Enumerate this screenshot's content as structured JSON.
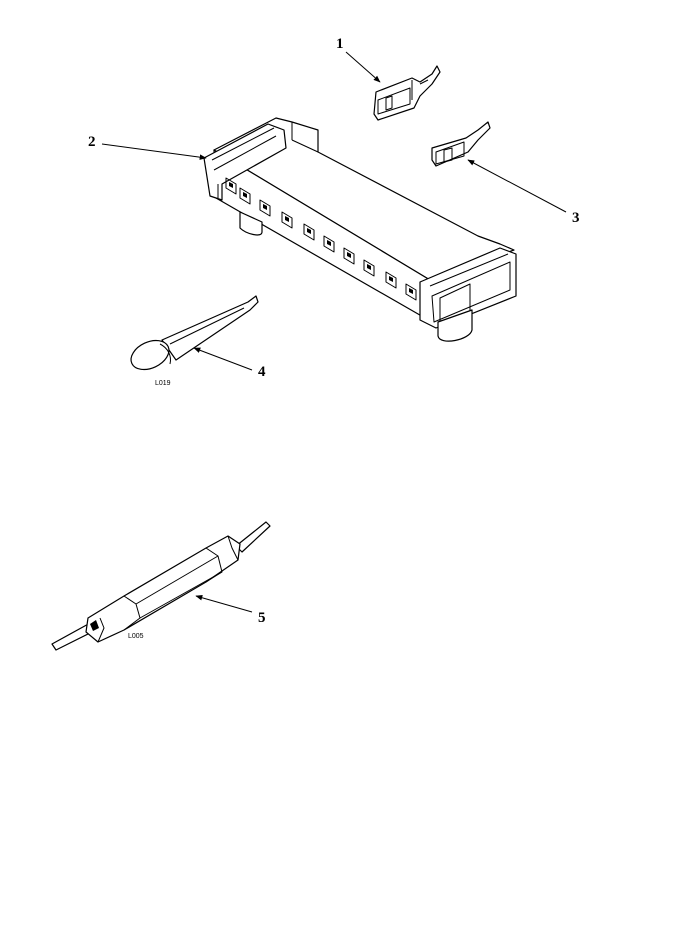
{
  "callouts": {
    "c1": "1",
    "c2": "2",
    "c3": "3",
    "c4": "4",
    "c5": "5"
  },
  "codes": {
    "tool_4": "L019",
    "tool_5": "L005"
  },
  "colors": {
    "ink": "#000000",
    "paper": "#ffffff"
  }
}
